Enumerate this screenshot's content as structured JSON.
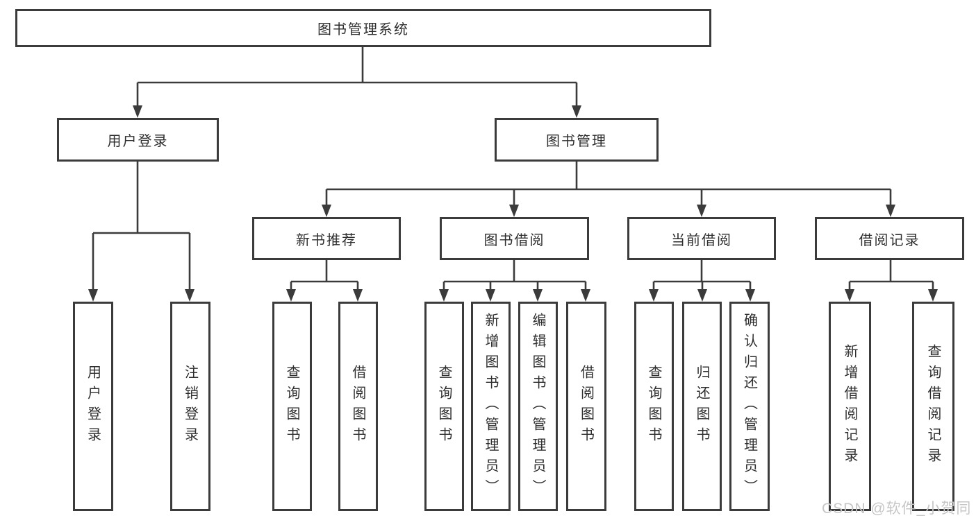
{
  "diagram_type": "hierarchy-tree",
  "tree": {
    "label": "图书管理系统",
    "children": [
      {
        "label": "用户登录",
        "children": [
          {
            "label": "用户登录"
          },
          {
            "label": "注销登录"
          }
        ]
      },
      {
        "label": "图书管理",
        "children": [
          {
            "label": "新书推荐",
            "children": [
              {
                "label": "查询图书"
              },
              {
                "label": "借阅图书"
              }
            ]
          },
          {
            "label": "图书借阅",
            "children": [
              {
                "label": "查询图书"
              },
              {
                "label": "新增图书（管理员）"
              },
              {
                "label": "编辑图书（管理员）"
              },
              {
                "label": "借阅图书"
              }
            ]
          },
          {
            "label": "当前借阅",
            "children": [
              {
                "label": "查询图书"
              },
              {
                "label": "归还图书"
              },
              {
                "label": "确认归还（管理员）"
              }
            ]
          },
          {
            "label": "借阅记录",
            "children": [
              {
                "label": "新增借阅记录"
              },
              {
                "label": "查询借阅记录"
              }
            ]
          }
        ]
      }
    ]
  },
  "watermark": {
    "text": "CSDN @软件_小贺同学",
    "color": "#c6c6c6"
  },
  "colors": {
    "line": "#3b3b3b",
    "box_border": "#3b3b3b",
    "box_fill": "#ffffff",
    "text": "#2e2e2e",
    "background": "#ffffff"
  }
}
